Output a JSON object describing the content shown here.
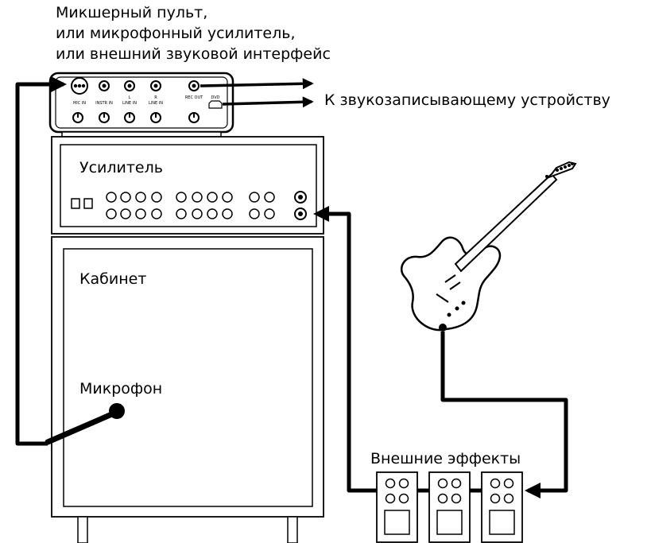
{
  "labels": {
    "mixer_line1": "Микшерный пульт,",
    "mixer_line2": "или микрофонный усилитель,",
    "mixer_line3": "или внешний звуковой интерфейс",
    "to_recorder": "К звукозаписывающему устройству",
    "amplifier": "Усилитель",
    "cabinet": "Кабинет",
    "microphone": "Микрофон",
    "effects": "Внешние эффекты"
  },
  "mixer_jacks": {
    "mic_in": "MIC IN",
    "instr_in": "INSTR IN",
    "l_top": "L",
    "l_bottom": "LINE IN",
    "r_top": "R",
    "r_bottom": "LINE IN",
    "rec_out": "REC OUT",
    "dvd": "DVD"
  }
}
